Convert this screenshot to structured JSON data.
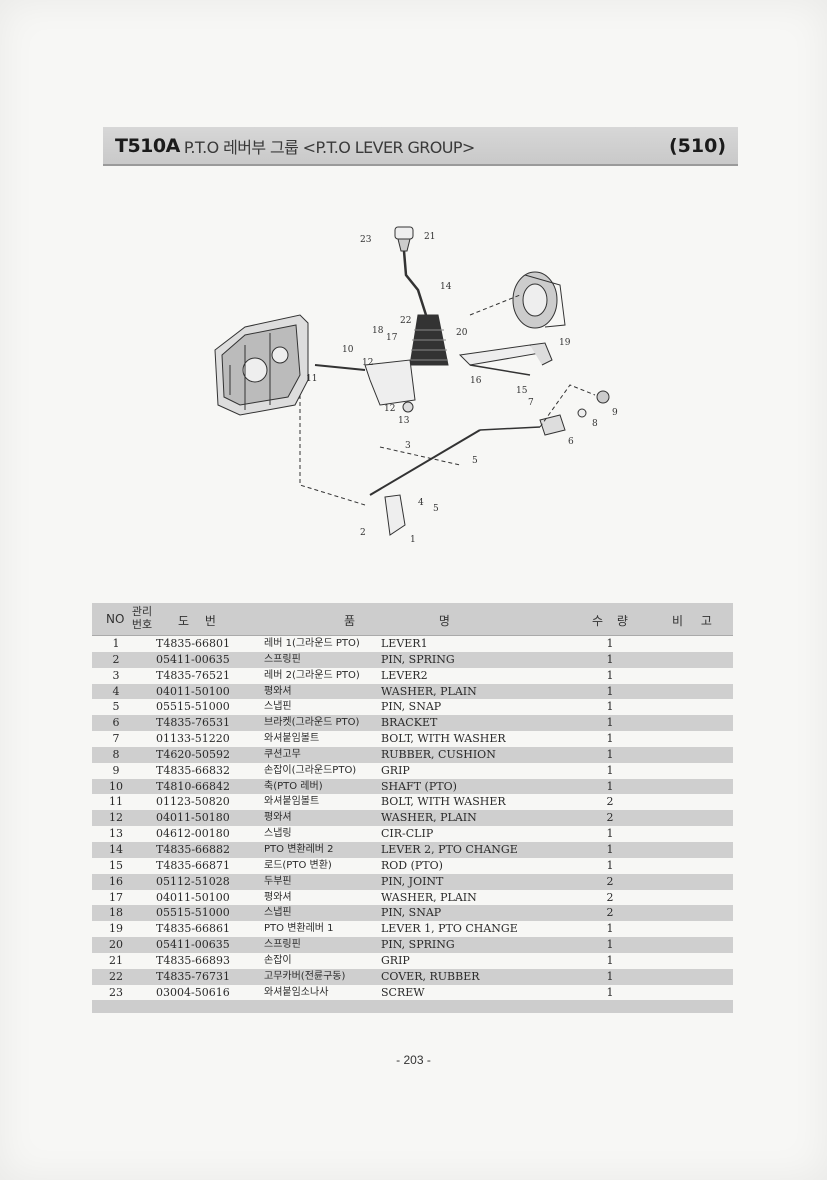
{
  "header": {
    "code": "T510A",
    "title": "P.T.O 레버부 그룹 <P.T.O LEVER GROUP>",
    "group_number": "(510)"
  },
  "table": {
    "headers": {
      "no": "NO",
      "mgmt_no": "관리 번호",
      "part_no": "도 번",
      "name": "품 명",
      "qty": "수 량",
      "remark": "비 고"
    },
    "rows": [
      {
        "no": "1",
        "part": "T4835-66801",
        "kr": "레버 1(그라운드 PTO)",
        "en": "LEVER1",
        "qty": "1"
      },
      {
        "no": "2",
        "part": "05411-00635",
        "kr": "스프링핀",
        "en": "PIN, SPRING",
        "qty": "1"
      },
      {
        "no": "3",
        "part": "T4835-76521",
        "kr": "레버 2(그라운드 PTO)",
        "en": "LEVER2",
        "qty": "1"
      },
      {
        "no": "4",
        "part": "04011-50100",
        "kr": "평와셔",
        "en": "WASHER, PLAIN",
        "qty": "1"
      },
      {
        "no": "5",
        "part": "05515-51000",
        "kr": "스냅핀",
        "en": "PIN, SNAP",
        "qty": "1"
      },
      {
        "no": "6",
        "part": "T4835-76531",
        "kr": "브라켓(그라운드 PTO)",
        "en": "BRACKET",
        "qty": "1"
      },
      {
        "no": "7",
        "part": "01133-51220",
        "kr": "와셔붙임볼트",
        "en": "BOLT, WITH WASHER",
        "qty": "1"
      },
      {
        "no": "8",
        "part": "T4620-50592",
        "kr": "쿠션고무",
        "en": "RUBBER, CUSHION",
        "qty": "1"
      },
      {
        "no": "9",
        "part": "T4835-66832",
        "kr": "손잡이(그라운드PTO)",
        "en": "GRIP",
        "qty": "1"
      },
      {
        "no": "10",
        "part": "T4810-66842",
        "kr": "축(PTO 레버)",
        "en": "SHAFT (PTO)",
        "qty": "1"
      },
      {
        "no": "11",
        "part": "01123-50820",
        "kr": "와셔붙임볼트",
        "en": "BOLT, WITH WASHER",
        "qty": "2"
      },
      {
        "no": "12",
        "part": "04011-50180",
        "kr": "평와셔",
        "en": "WASHER, PLAIN",
        "qty": "2"
      },
      {
        "no": "13",
        "part": "04612-00180",
        "kr": "스냅링",
        "en": "CIR-CLIP",
        "qty": "1"
      },
      {
        "no": "14",
        "part": "T4835-66882",
        "kr": "PTO 변환레버 2",
        "en": "LEVER 2, PTO CHANGE",
        "qty": "1"
      },
      {
        "no": "15",
        "part": "T4835-66871",
        "kr": "로드(PTO 변환)",
        "en": "ROD (PTO)",
        "qty": "1"
      },
      {
        "no": "16",
        "part": "05112-51028",
        "kr": "두부핀",
        "en": "PIN, JOINT",
        "qty": "2"
      },
      {
        "no": "17",
        "part": "04011-50100",
        "kr": "평와셔",
        "en": "WASHER, PLAIN",
        "qty": "2"
      },
      {
        "no": "18",
        "part": "05515-51000",
        "kr": "스냅핀",
        "en": "PIN, SNAP",
        "qty": "2"
      },
      {
        "no": "19",
        "part": "T4835-66861",
        "kr": "PTO 변환레버 1",
        "en": "LEVER 1, PTO CHANGE",
        "qty": "1"
      },
      {
        "no": "20",
        "part": "05411-00635",
        "kr": "스프링핀",
        "en": "PIN, SPRING",
        "qty": "1"
      },
      {
        "no": "21",
        "part": "T4835-66893",
        "kr": "손잡이",
        "en": "GRIP",
        "qty": "1"
      },
      {
        "no": "22",
        "part": "T4835-76731",
        "kr": "고무카버(전륜구동)",
        "en": "COVER, RUBBER",
        "qty": "1"
      },
      {
        "no": "23",
        "part": "03004-50616",
        "kr": "와셔붙임소나사",
        "en": "SCREW",
        "qty": "1"
      }
    ]
  },
  "diagram": {
    "callouts": [
      "1",
      "2",
      "3",
      "4",
      "5",
      "5",
      "6",
      "7",
      "8",
      "9",
      "10",
      "11",
      "12",
      "12",
      "13",
      "14",
      "15",
      "16",
      "17",
      "18",
      "19",
      "20",
      "21",
      "22",
      "23"
    ]
  },
  "footer": {
    "page_number": "- 203 -"
  }
}
